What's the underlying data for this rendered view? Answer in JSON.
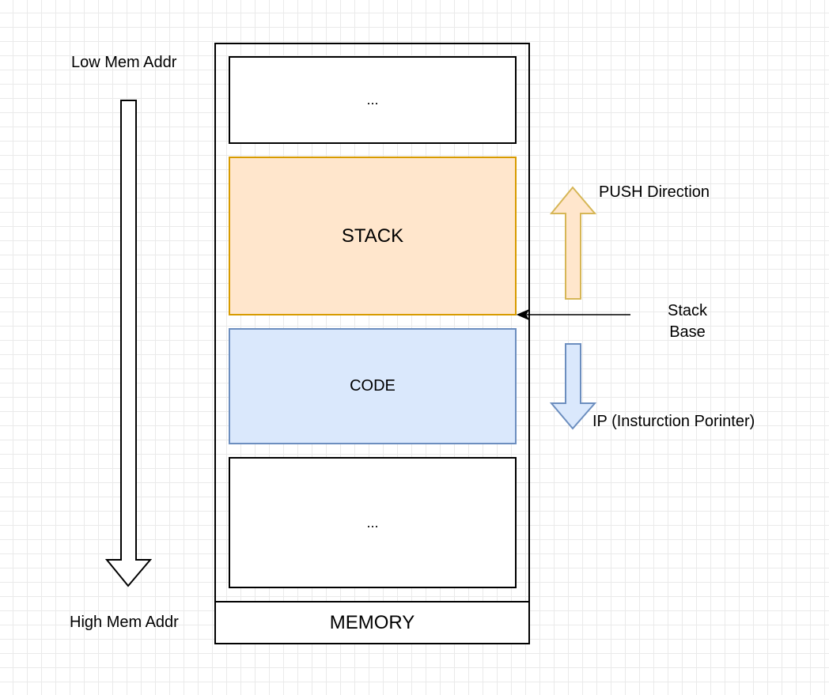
{
  "labels": {
    "low_addr": "Low Mem Addr",
    "high_addr": "High Mem Addr",
    "push_direction": "PUSH Direction",
    "stack_base_line1": "Stack",
    "stack_base_line2": "Base",
    "ip": "IP (Insturction Porinter)"
  },
  "memory": {
    "title": "MEMORY",
    "top_block": "...",
    "stack": "STACK",
    "code": "CODE",
    "bottom_block": "..."
  },
  "colors": {
    "stack_fill": "#ffe6cc",
    "stack_stroke": "#d79b00",
    "code_fill": "#dae8fc",
    "code_stroke": "#6c8ebf",
    "push_arrow_fill": "#ffe6cc",
    "push_arrow_stroke": "#d6b656",
    "ip_arrow_fill": "#dae8fc",
    "ip_arrow_stroke": "#6c8ebf"
  }
}
